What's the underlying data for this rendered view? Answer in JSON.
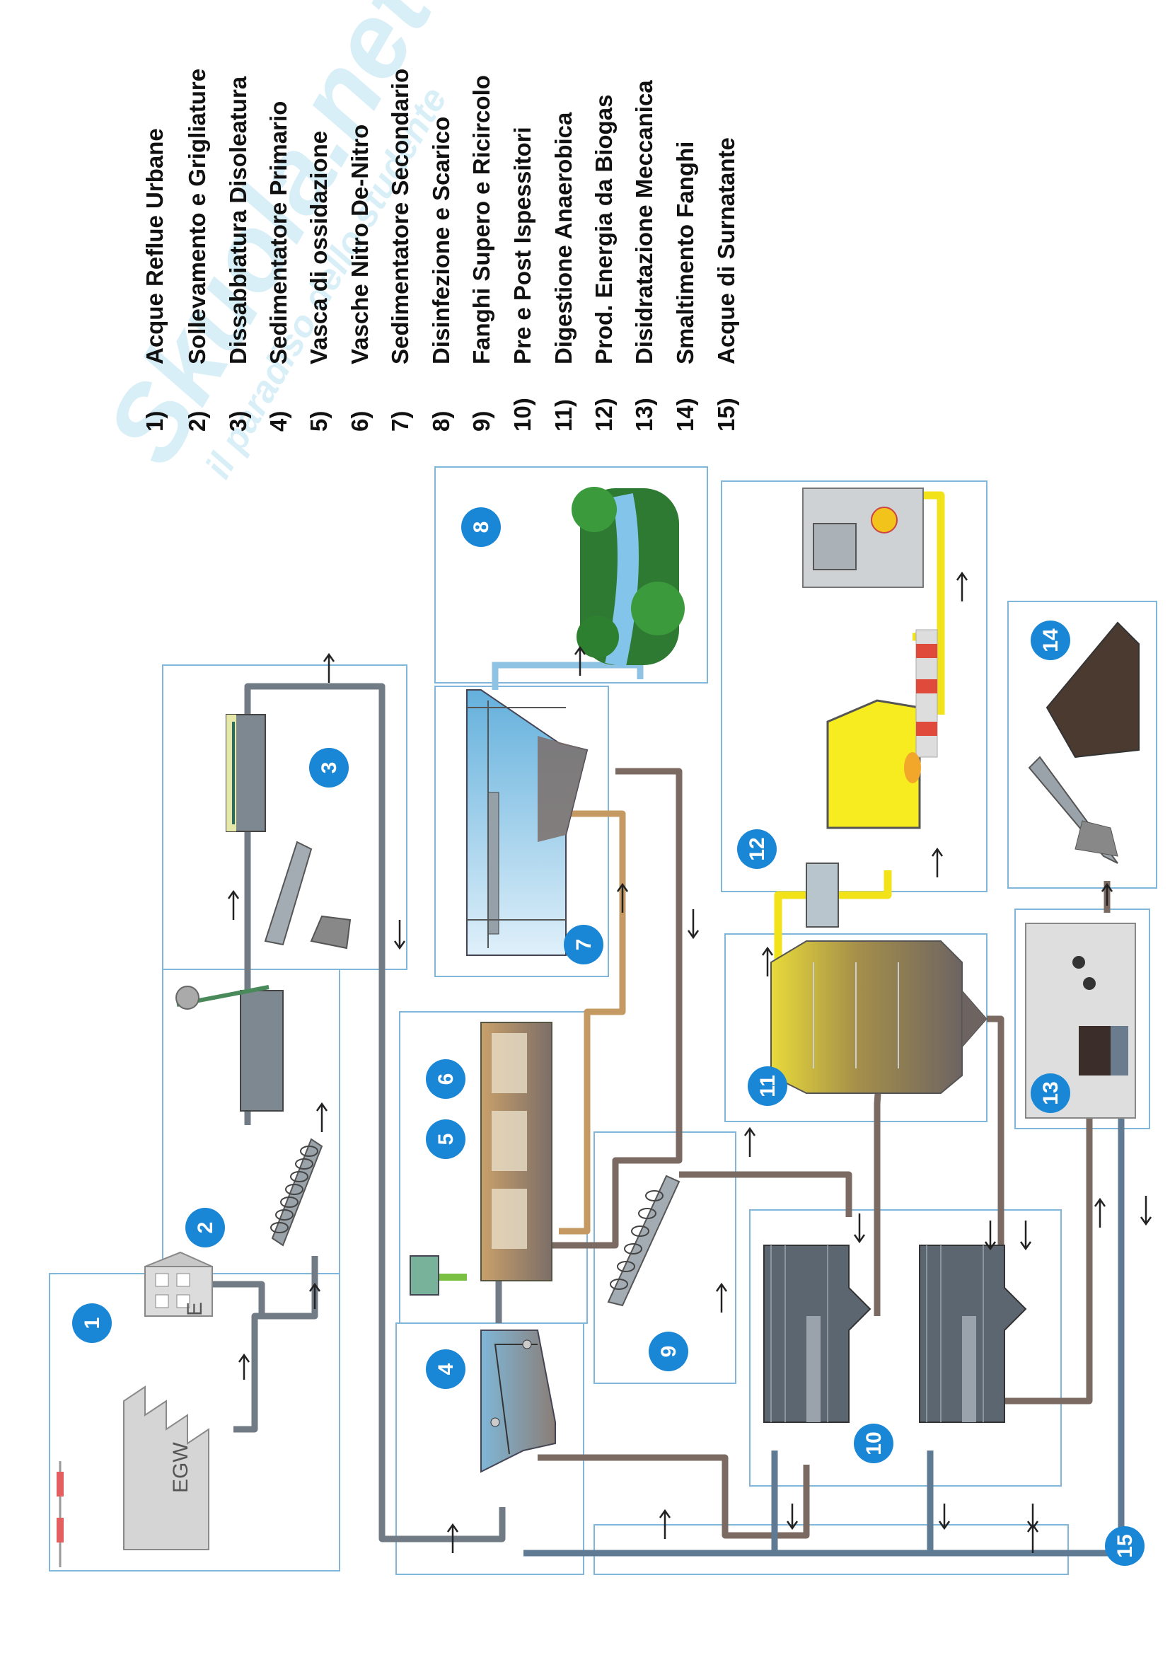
{
  "legend": [
    {
      "num": "1)",
      "label": "Acque Reflue Urbane"
    },
    {
      "num": "2)",
      "label": "Sollevamento e Grigliature"
    },
    {
      "num": "3)",
      "label": "Dissabbiatura Disoleatura"
    },
    {
      "num": "4)",
      "label": "Sedimentatore Primario"
    },
    {
      "num": "5)",
      "label": "Vasca di ossidazione"
    },
    {
      "num": "6)",
      "label": "Vasche Nitro De-Nitro"
    },
    {
      "num": "7)",
      "label": "Sedimentatore Secondario"
    },
    {
      "num": "8)",
      "label": "Disinfezione e Scarico"
    },
    {
      "num": "9)",
      "label": "Fanghi Supero e Ricircolo"
    },
    {
      "num": "10)",
      "label": "Pre e Post Ispessitori"
    },
    {
      "num": "11)",
      "label": "Digestione Anaerobica"
    },
    {
      "num": "12)",
      "label": "Prod. Energia da Biogas"
    },
    {
      "num": "13)",
      "label": "Disidratazione Meccanica"
    },
    {
      "num": "14)",
      "label": "Smaltimento Fanghi"
    },
    {
      "num": "15)",
      "label": "Acque di Surnatante"
    }
  ],
  "badges": [
    "1",
    "2",
    "3",
    "4",
    "5",
    "6",
    "7",
    "8",
    "9",
    "10",
    "11",
    "12",
    "13",
    "14",
    "15"
  ],
  "labels": {
    "egw": "EGW",
    "e": "E"
  },
  "watermark": {
    "brand": "Skuola.net",
    "tagline": "il paradiso dello studente"
  },
  "colors": {
    "badge": "#1a86d6",
    "box": "#7fb6da",
    "pipe_gray": "#717b86",
    "pipe_brown": "#7b6a62",
    "pipe_tan": "#c59a62",
    "biogas_yellow": "#f2e21a",
    "water_blue": "#8fc3e3"
  }
}
